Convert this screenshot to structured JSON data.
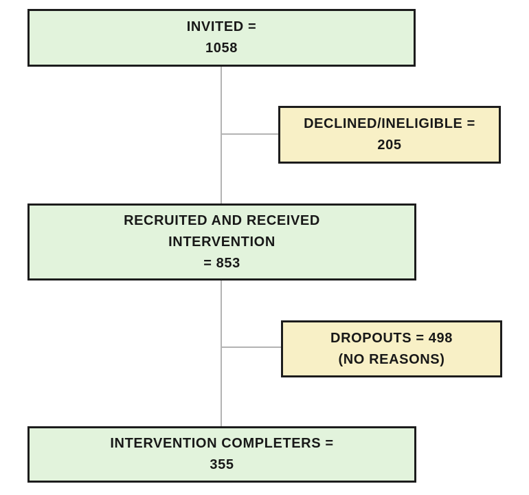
{
  "flowchart": {
    "boxes": {
      "invited": {
        "lines": [
          "INVITED =",
          "1058"
        ],
        "fill": "#e2f3dc"
      },
      "declined": {
        "lines": [
          "DECLINED/INELIGIBLE =",
          "205"
        ],
        "fill": "#f8f0c6"
      },
      "recruited": {
        "lines": [
          "RECRUITED AND RECEIVED",
          "INTERVENTION",
          "= 853"
        ],
        "fill": "#e2f3dc"
      },
      "dropouts": {
        "lines": [
          "DROPOUTS = 498",
          "(NO REASONS)"
        ],
        "fill": "#f8f0c6"
      },
      "completers": {
        "lines": [
          "INTERVENTION COMPLETERS =",
          "355"
        ],
        "fill": "#e2f3dc"
      }
    },
    "colors": {
      "green_fill": "#e2f3dc",
      "yellow_fill": "#f8f0c6",
      "box_border": "#1c1c1c",
      "connector": "#b3b3b3",
      "text": "#181818",
      "background": "#ffffff"
    }
  }
}
